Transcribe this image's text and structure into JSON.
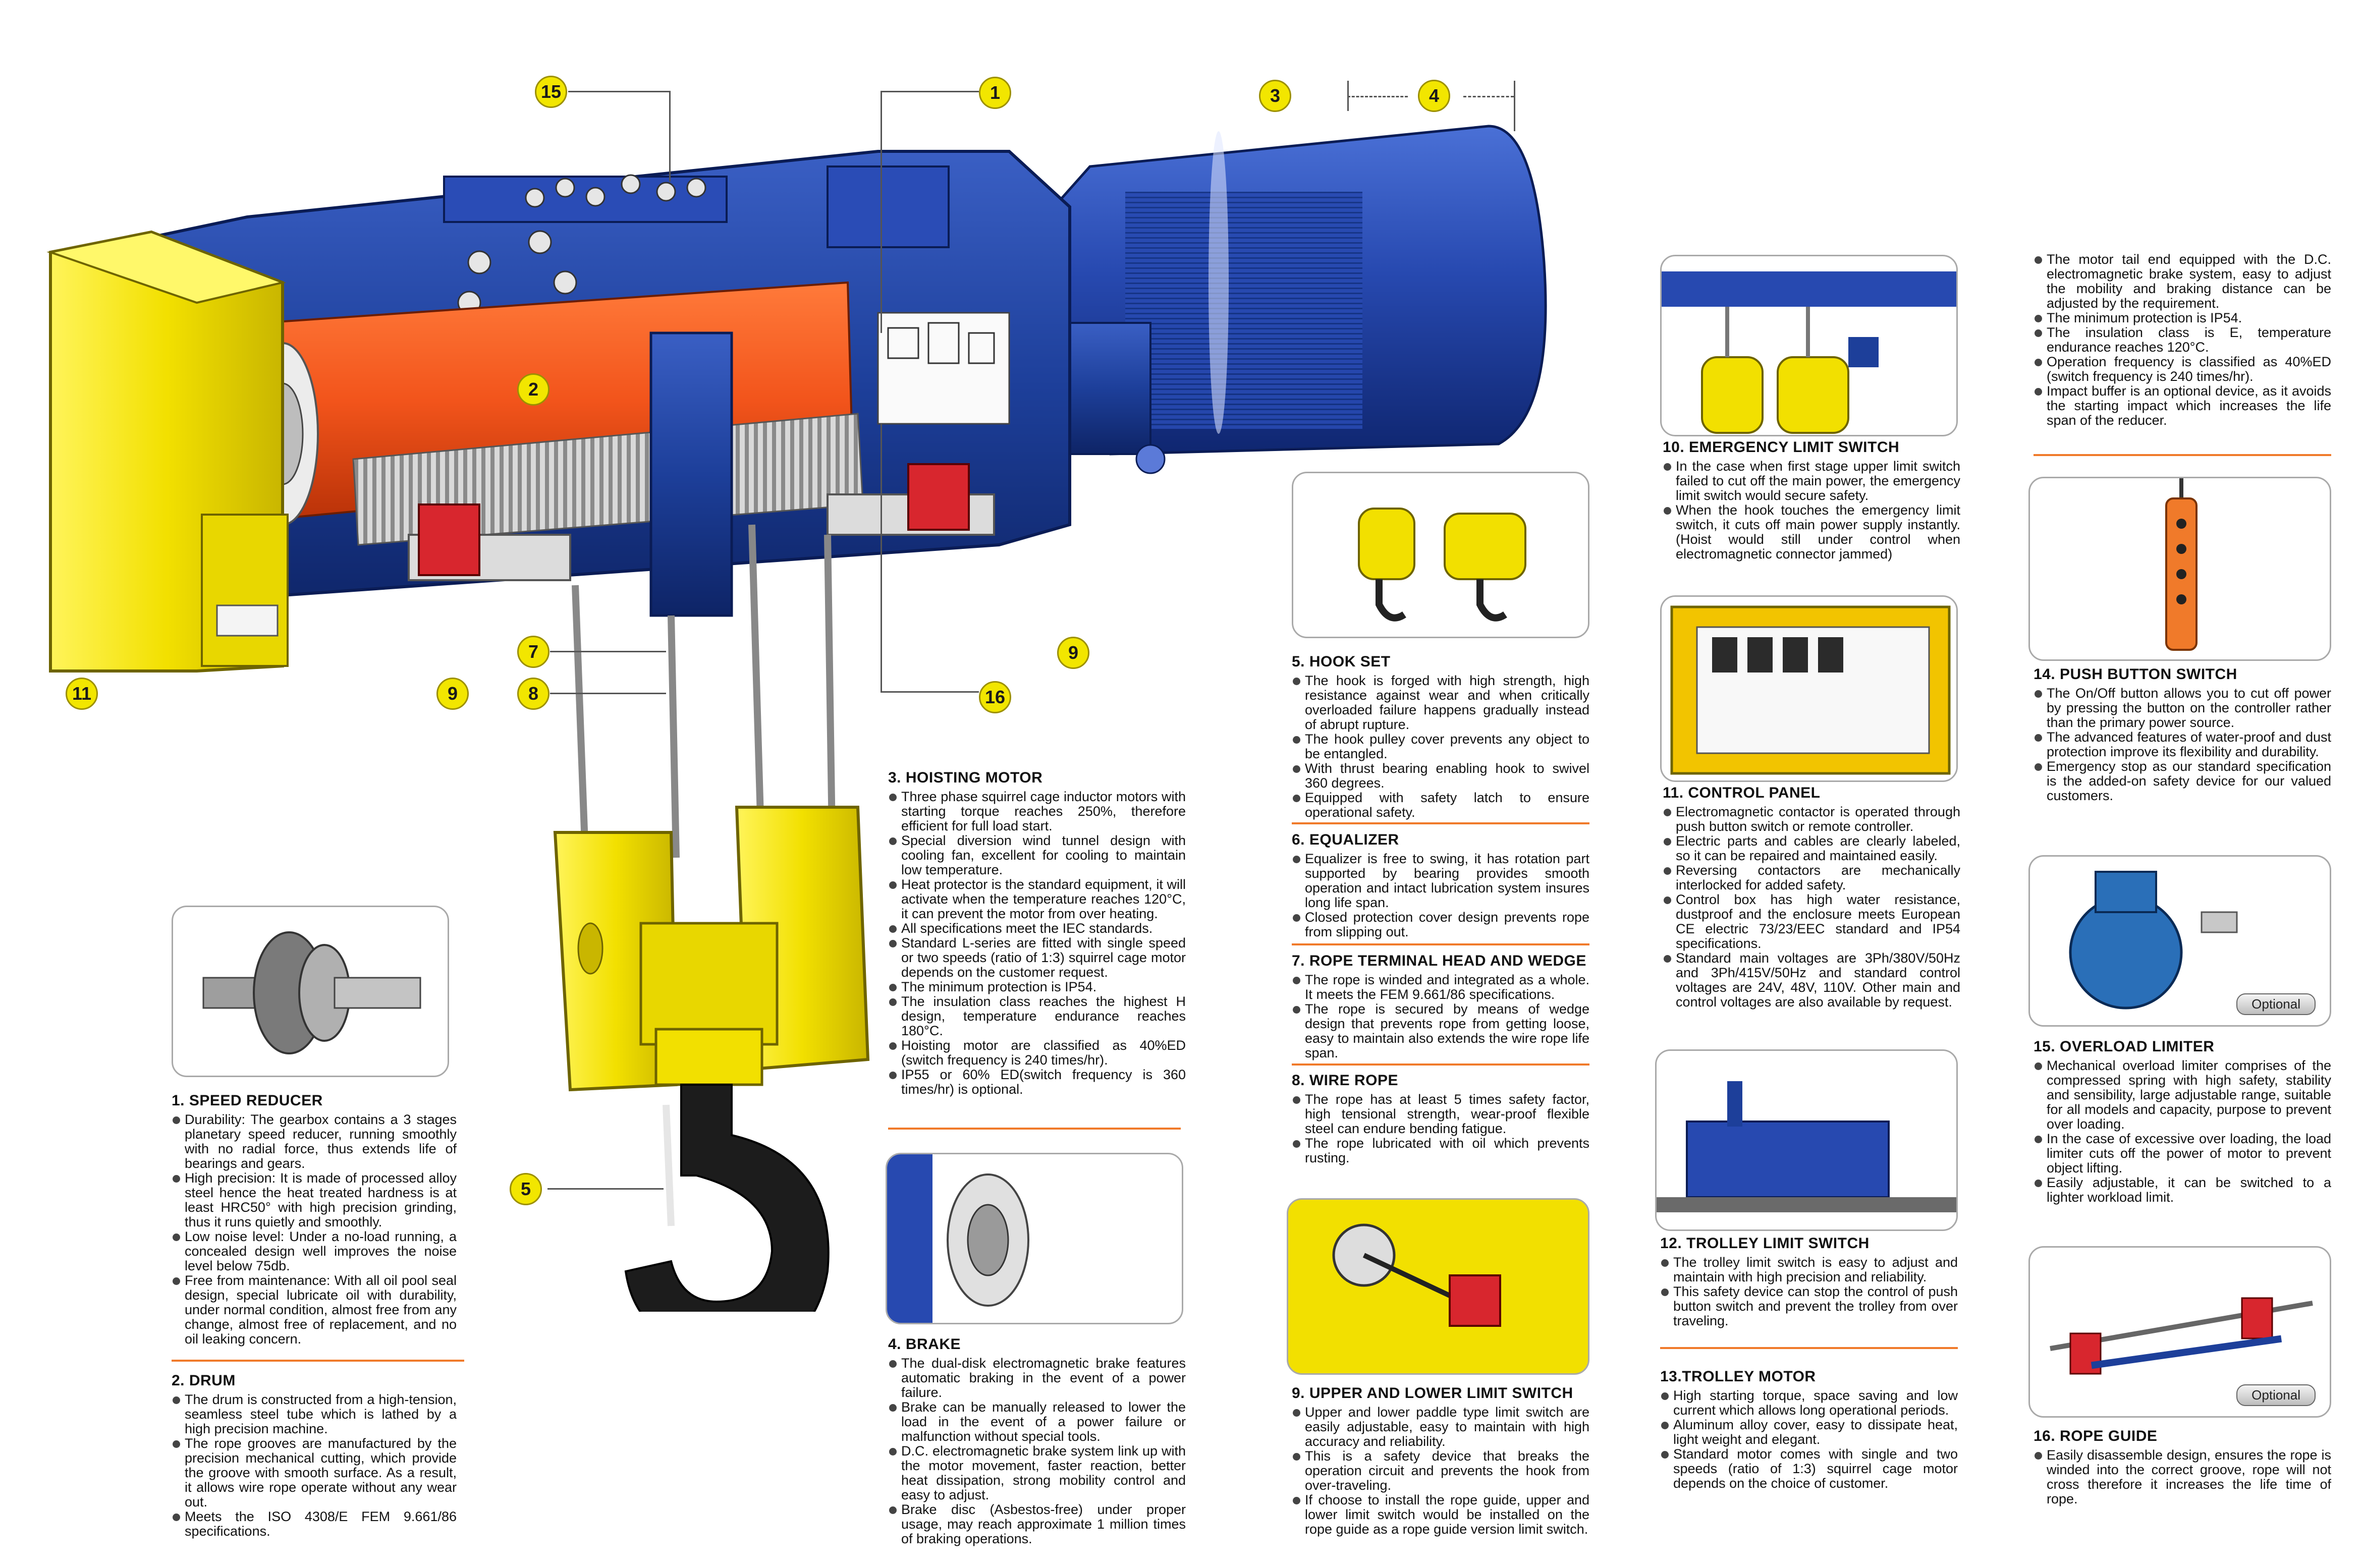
{
  "callouts": {
    "c1": "1",
    "c2": "2",
    "c3": "3",
    "c4": "4",
    "c5": "5",
    "c7": "7",
    "c8": "8",
    "c9a": "9",
    "c9b": "9",
    "c11": "11",
    "c15": "15",
    "c16": "16"
  },
  "sections": {
    "s1": {
      "title": "1. SPEED REDUCER",
      "items": [
        "Durability: The gearbox contains a 3 stages planetary speed reducer, running smoothly with no radial force, thus extends life of bearings and gears.",
        "High precision: It is made of processed alloy steel hence the heat treated hardness is at least HRC50° with high precision grinding, thus it runs quietly and smoothly.",
        "Low noise level: Under a no-load running, a concealed design well improves the noise level below 75db.",
        "Free from maintenance: With all oil pool seal design, special lubricate oil with durability, under normal condition, almost free from any change, almost free of replacement, and no oil leaking concern."
      ]
    },
    "s2": {
      "title": "2. DRUM",
      "items": [
        "The drum is constructed from a high-tension, seamless steel tube which is lathed by a high precision machine.",
        "The rope grooves are manufactured by the precision mechanical cutting, which provide the groove with smooth surface. As a result, it allows wire rope operate without any wear out.",
        "Meets the ISO 4308/E FEM 9.661/86 specifications."
      ]
    },
    "s3": {
      "title": "3. HOISTING MOTOR",
      "items": [
        "Three phase squirrel cage inductor motors with starting torque reaches 250%, therefore efficient for full load start.",
        "Special diversion wind tunnel design with cooling fan, excellent for cooling to maintain low temperature.",
        "Heat protector is the standard equipment, it will activate when the temperature reaches 120°C, it can prevent the motor from over heating.",
        "All specifications meet the IEC standards.",
        "Standard L-series are fitted with single speed or two speeds (ratio of 1:3) squirrel cage motor depends on the customer request.",
        "The minimum protection is IP54.",
        "The insulation class reaches the highest H design, temperature endurance reaches 180°C.",
        "Hoisting motor are classified as 40%ED (switch frequency is 240 times/hr).",
        "IP55 or 60% ED(switch frequency is 360 times/hr) is optional."
      ]
    },
    "s4": {
      "title": "4. BRAKE",
      "items": [
        "The dual-disk electromagnetic brake features automatic braking in the event of a power failure.",
        "Brake can be manually released to lower the load in the event of a power failure or malfunction without special tools.",
        "D.C. electromagnetic brake system link up with the motor movement, faster reaction, better heat dissipation, strong mobility control and easy to adjust.",
        "Brake disc (Asbestos-free) under proper usage, may reach approximate 1 million times of braking operations."
      ]
    },
    "s5": {
      "title": "5. HOOK SET",
      "items": [
        "The hook is forged with high strength, high resistance against wear and when critically overloaded failure happens gradually instead of abrupt rupture.",
        "The hook pulley cover prevents any object to be entangled.",
        "With thrust bearing enabling hook to swivel 360 degrees.",
        "Equipped with safety latch to ensure operational safety."
      ]
    },
    "s6": {
      "title": "6. EQUALIZER",
      "items": [
        "Equalizer is free to swing, it has rotation part supported by bearing provides smooth operation and intact lubrication system insures long life span.",
        "Closed protection cover design prevents rope from slipping out."
      ]
    },
    "s7": {
      "title": "7. ROPE TERMINAL HEAD AND WEDGE",
      "items": [
        "The rope is winded and integrated as a whole. It meets the FEM 9.661/86 specifications.",
        "The rope is secured by means of wedge design that prevents rope from getting loose, easy to maintain also extends the wire rope life span."
      ]
    },
    "s8": {
      "title": "8. WIRE ROPE",
      "items": [
        "The rope has at least 5 times safety factor, high tensional strength, wear-proof flexible steel can endure bending fatigue.",
        "The rope lubricated with oil which prevents rusting."
      ]
    },
    "s9": {
      "title": "9. UPPER AND LOWER LIMIT SWITCH",
      "items": [
        "Upper and lower paddle type limit switch are easily adjustable, easy to maintain with high accuracy and reliability.",
        "This is a safety device that breaks the operation circuit and prevents the hook from over-traveling.",
        "If choose to install the rope guide, upper and lower limit switch would be installed on the rope guide as a rope guide version limit switch."
      ]
    },
    "s10": {
      "title": "10. EMERGENCY LIMIT SWITCH",
      "items": [
        "In the case when first stage upper limit switch failed to cut off the main power, the emergency limit switch would secure safety.",
        "When the hook touches the emergency limit switch, it cuts off main power supply instantly. (Hoist would still under control when electromagnetic connector jammed)"
      ]
    },
    "s11": {
      "title": "11. CONTROL PANEL",
      "items": [
        "Electromagnetic contactor is operated through push button switch or remote controller.",
        "Electric parts and cables are clearly labeled, so it can be repaired and maintained easily.",
        "Reversing contactors are mechanically interlocked for added safety.",
        "Control box has high water resistance, dustproof and the enclosure meets European CE electric 73/23/EEC standard and IP54 specifications.",
        "Standard main voltages are 3Ph/380V/50Hz and 3Ph/415V/50Hz and standard control voltages are 24V, 48V, 110V. Other main and control voltages are also available by request."
      ]
    },
    "s12": {
      "title": "12. TROLLEY LIMIT SWITCH",
      "items": [
        "The trolley limit switch is easy to adjust and maintain with high precision and reliability.",
        "This safety device can stop the control of push button switch and prevent the trolley from over traveling."
      ]
    },
    "s13": {
      "title": "13.TROLLEY MOTOR",
      "items": [
        "High starting torque, space saving and low current which allows long operational periods.",
        "Aluminum alloy cover, easy to dissipate heat, light weight and elegant.",
        "Standard motor comes with single and two speeds (ratio of 1:3) squirrel cage motor depends on the choice of customer."
      ]
    },
    "s13b": {
      "items": [
        "The motor tail end equipped with the D.C. electromagnetic brake system, easy to adjust the mobility and braking distance can be adjusted by the requirement.",
        "The minimum protection is IP54.",
        "The insulation class is E, temperature endurance reaches 120°C.",
        "Operation frequency is classified as 40%ED (switch frequency is 240 times/hr).",
        "Impact buffer is an optional device, as it avoids the starting impact which increases the life span of the reducer."
      ]
    },
    "s14": {
      "title": "14. PUSH BUTTON SWITCH",
      "items": [
        "The On/Off button allows you to cut off power by pressing the button on the controller rather than the primary power source.",
        "The advanced features of water-proof and dust protection improve its flexibility and durability.",
        "Emergency stop as our standard specification is the added-on safety device for our valued customers."
      ]
    },
    "s15": {
      "title": "15. OVERLOAD LIMITER",
      "items": [
        "Mechanical overload limiter comprises of the compressed spring with high safety, stability and sensibility, large adjustable range, suitable for all models and capacity, purpose to prevent over loading.",
        "In the case of excessive over loading, the load limiter cuts off the power of motor to prevent object lifting.",
        "Easily adjustable, it can be switched to a lighter workload limit."
      ]
    },
    "s16": {
      "title": "16. ROPE GUIDE",
      "items": [
        "Easily disassemble design, ensures the rope is winded into the correct groove, rope will not cross therefore it increases the life time of rope."
      ]
    }
  },
  "badges": {
    "optional_1": "Optional",
    "optional_2": "Optional"
  },
  "colors": {
    "accent": "#f07a2a",
    "yellow": "#f2e600",
    "blue": "#1d3f9a",
    "drum": "#f2541b"
  }
}
